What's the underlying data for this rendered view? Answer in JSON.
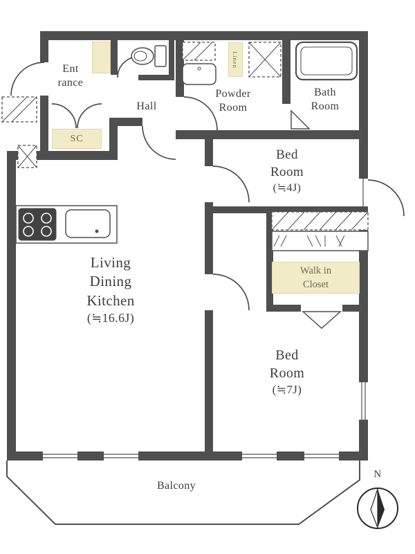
{
  "title": "2LDK apartment floor plan",
  "colors": {
    "wall": "#4f4f4f",
    "cream": "#f1ecc7",
    "text": "#3d3d3d",
    "line": "#4f4f4f",
    "cream_text": "#6e6951"
  },
  "rooms": {
    "entrance": {
      "l1": "Ent",
      "l2": "rance"
    },
    "hall": {
      "l1": "Hall"
    },
    "powder": {
      "l1": "Powder",
      "l2": "Room"
    },
    "bath": {
      "l1": "Bath",
      "l2": "Room"
    },
    "sc": {
      "l1": "SC"
    },
    "linen": {
      "l1": "Linen"
    },
    "bedroom1": {
      "l1": "Bed",
      "l2": "Room",
      "size": "(≒4J)"
    },
    "wic": {
      "l1": "Walk in",
      "l2": "Closet"
    },
    "bedroom2": {
      "l1": "Bed",
      "l2": "Room",
      "size": "(≒7J)"
    },
    "ldk": {
      "l1": "Living",
      "l2": "Dining",
      "l3": "Kitchen",
      "size": "(≒16.6J)"
    },
    "balcony": {
      "l1": "Balcony"
    }
  },
  "compass": {
    "label": "N"
  },
  "fixtures": [
    "stove-icon",
    "kitchen-sink-icon",
    "toilet-icon",
    "bathtub-icon",
    "vanity-sink-icon",
    "washing-machine-space",
    "linen-cabinet",
    "shoe-cabinet",
    "meter-box",
    "pipe-space",
    "hanger-rail-icon",
    "north-compass-icon",
    "door-swing-arcs",
    "folding-door-icons"
  ]
}
